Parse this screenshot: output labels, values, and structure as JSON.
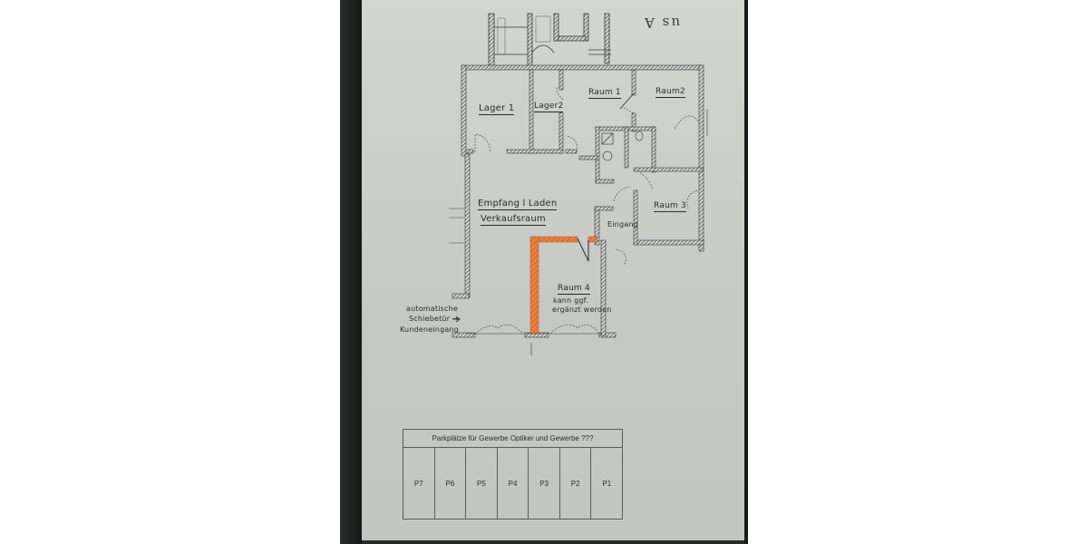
{
  "document": {
    "type": "photographed floor plan",
    "header_label": "us A",
    "accent_colors": {
      "paper": "#c9cbc7",
      "wall_hatch": "#3a3b3b",
      "highlight_wall": "#e8793a",
      "background_dark": "#1e2020"
    }
  },
  "floor_plan": {
    "rooms": [
      {
        "id": "lager1",
        "label": "Lager 1"
      },
      {
        "id": "lager2",
        "label": "Lager2"
      },
      {
        "id": "raum1",
        "label": "Raum 1"
      },
      {
        "id": "raum2",
        "label": "Raum2"
      },
      {
        "id": "raum3",
        "label": "Raum 3"
      },
      {
        "id": "raum4",
        "label": "Raum 4",
        "note_line1": "kann ggf.",
        "note_line2": "ergänzt werden"
      },
      {
        "id": "empfang",
        "label_line1": "Empfang l Laden",
        "label_line2": "Verkaufsraum"
      },
      {
        "id": "eingang",
        "label": "Eingang"
      }
    ],
    "annotations": {
      "entrance_line1": "automatische",
      "entrance_line2": "Schiebetür →",
      "entrance_line3": "Kundeneingang"
    }
  },
  "parking": {
    "title": "Parkplätze für Gewerbe Optiker und Gewerbe ???",
    "spots": [
      "P7",
      "P6",
      "P5",
      "P4",
      "P3",
      "P2",
      "P1"
    ]
  }
}
